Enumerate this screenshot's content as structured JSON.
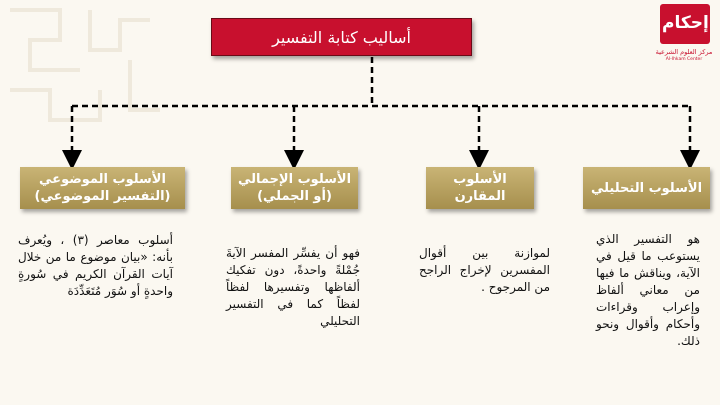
{
  "title": "أساليب كتابة التفسير",
  "logo": {
    "brand": "إحكام",
    "subtitle": "مركز العلوم الشرعية",
    "tagline": "Al-Ihkam Center"
  },
  "branches": [
    {
      "title": "الأسلوب التحليلي",
      "subtitle": "",
      "description": "هو التفسير الذي يستوعب ما قيل في الآية، ويناقش ما فيها من معاني ألفاظ وإعراب وقراءات وأحكام وأقوال ونحو ذلك."
    },
    {
      "title": "الأسلوب المقارن",
      "subtitle": "",
      "description": "لموازنة بين أقوال المفسرين لإخراج الراجح من المرجوح ."
    },
    {
      "title": "الأسلوب الإجمالي",
      "subtitle": "(أو الجملي)",
      "description": "فهو أن يفسِّر المفسر الآيةَ جُمْلةً واحدةً، دون تفكيك ألفاظها وتفسيرها لفظاً لفظاً كما في التفسير التحليلي"
    },
    {
      "title": "الأسلوب الموضوعي",
      "subtitle": "(التفسير الموضوعي)",
      "description": "أسلوب معاصر (٣) ، ويُعرف بأنه: «بيان موضوع ما من خلال آيات القرآن الكريم في سُورةٍ واحدةٍ أو سُوَر مُتَعَدِّدَة"
    }
  ],
  "colors": {
    "title_bg": "#c8102e",
    "branch_bg": "#b29c5c",
    "background": "#fbf8f1"
  }
}
